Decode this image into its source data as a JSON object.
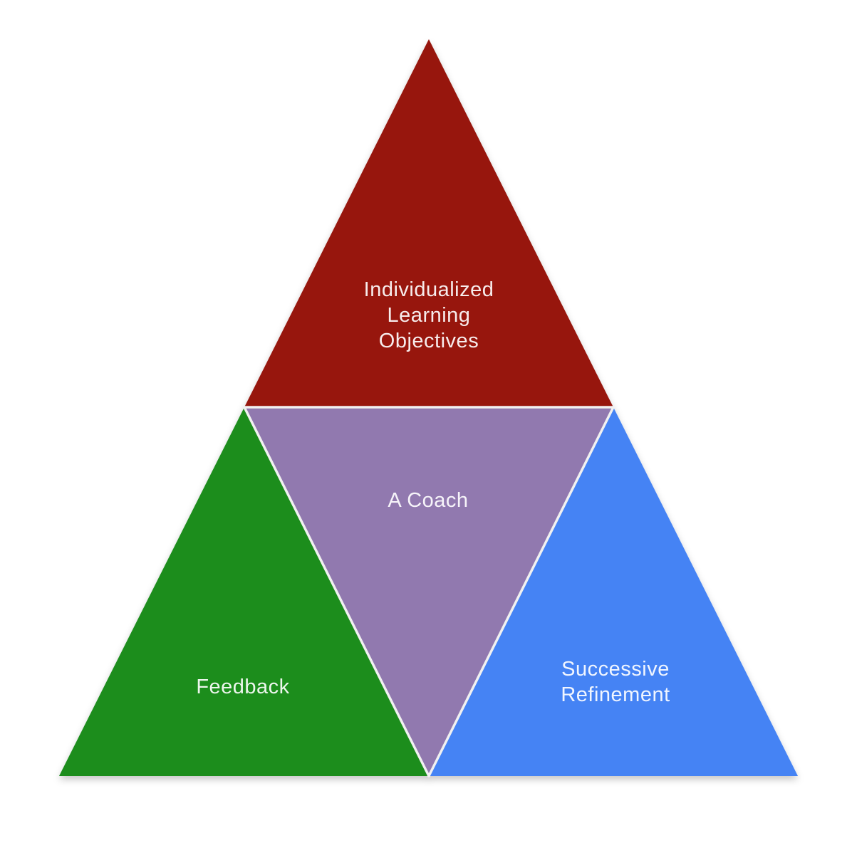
{
  "canvas": {
    "background": "#ffffff"
  },
  "pyramid": {
    "separator_color": "#f1f1f1",
    "shadow_color": "#000000",
    "text_color": "#ffffff",
    "sections": [
      {
        "name": "top-triangle",
        "color": "#971711",
        "label": "Individualized Learning Objectives",
        "lines": [
          "Individualized",
          "Learning",
          "Objectives"
        ]
      },
      {
        "name": "center-inverted-triangle",
        "color": "#9179AF",
        "label": "A Coach",
        "lines": [
          "A Coach"
        ]
      },
      {
        "name": "bottom-left-triangle",
        "color": "#1D8D1D",
        "label": "Feedback",
        "lines": [
          "Feedback"
        ]
      },
      {
        "name": "bottom-right-triangle",
        "color": "#4583F4",
        "label": "Successive Refinement",
        "lines": [
          "Successive",
          "Refinement"
        ]
      }
    ]
  }
}
